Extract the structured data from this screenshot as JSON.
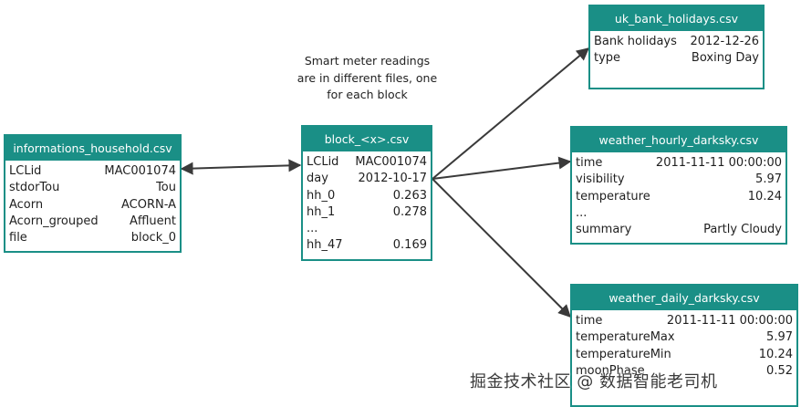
{
  "note": [
    "Smart meter readings",
    "are in different files, one",
    "for each block"
  ],
  "tables": {
    "household": {
      "title": "informations_household.csv",
      "rows": [
        [
          "LCLid",
          "MAC001074"
        ],
        [
          "stdorTou",
          "Tou"
        ],
        [
          "Acorn",
          "ACORN-A"
        ],
        [
          "Acorn_grouped",
          "Affluent"
        ],
        [
          "file",
          "block_0"
        ]
      ]
    },
    "block": {
      "title": "block_<x>.csv",
      "rows": [
        [
          "LCLid",
          "MAC001074"
        ],
        [
          "day",
          "2012-10-17"
        ],
        [
          "hh_0",
          "0.263"
        ],
        [
          "hh_1",
          "0.278"
        ],
        [
          "...",
          ""
        ],
        [
          "hh_47",
          "0.169"
        ]
      ]
    },
    "holidays": {
      "title": "uk_bank_holidays.csv",
      "rows": [
        [
          "Bank holidays",
          "2012-12-26"
        ],
        [
          "type",
          "Boxing Day"
        ]
      ]
    },
    "hourly": {
      "title": "weather_hourly_darksky.csv",
      "rows": [
        [
          "time",
          "2011-11-11 00:00:00"
        ],
        [
          "visibility",
          "5.97"
        ],
        [
          "temperature",
          "10.24"
        ],
        [
          "...",
          ""
        ],
        [
          "summary",
          "Partly Cloudy"
        ]
      ]
    },
    "daily": {
      "title": "weather_daily_darksky.csv",
      "rows": [
        [
          "time",
          "2011-11-11 00:00:00"
        ],
        [
          "temperatureMax",
          "5.97"
        ],
        [
          "temperatureMin",
          "10.24"
        ],
        [
          "moonPhase",
          "0.52"
        ]
      ]
    }
  },
  "watermark": "掘金技术社区 @ 数据智能老司机",
  "colors": {
    "header": "#1a8f86",
    "arrow": "#3a3a3a"
  }
}
